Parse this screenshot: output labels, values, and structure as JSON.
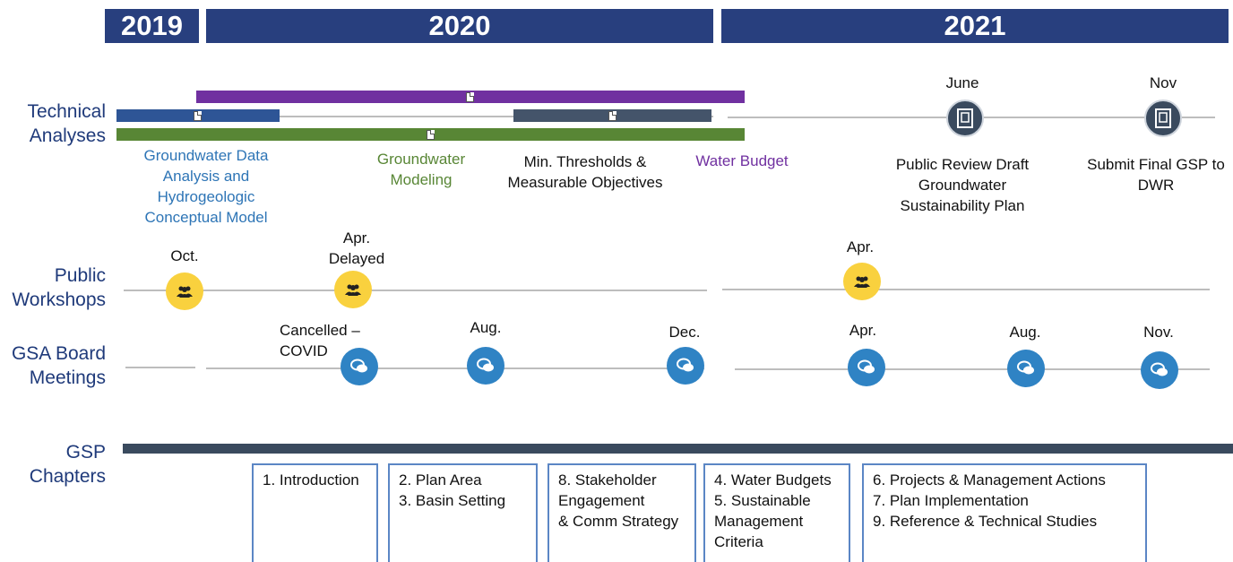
{
  "years": {
    "y2019": "2019",
    "y2020": "2020",
    "y2021": "2021"
  },
  "rows": {
    "technical": [
      "Technical",
      "Analyses"
    ],
    "workshops": [
      "Public",
      "Workshops"
    ],
    "board": [
      "GSA Board",
      "Meetings"
    ],
    "chapters": [
      "GSP",
      "Chapters"
    ]
  },
  "technical": {
    "groundwater_data": "Groundwater Data Analysis and Hydrogeologic Conceptual Model",
    "groundwater_modeling": "Groundwater Modeling",
    "min_thresholds": "Min. Thresholds & Measurable Objectives",
    "water_budget": "Water Budget",
    "june_label": "June",
    "nov_label": "Nov",
    "public_review": "Public Review Draft Groundwater Sustainability Plan",
    "submit_final": "Submit Final GSP to DWR"
  },
  "workshops": {
    "oct": "Oct.",
    "apr_delayed": "Apr. Delayed",
    "apr_2021": "Apr."
  },
  "board": {
    "cancelled": "Cancelled – COVID",
    "aug_2020": "Aug.",
    "dec_2020": "Dec.",
    "apr_2021": "Apr.",
    "aug_2021": "Aug.",
    "nov_2021": "Nov."
  },
  "chapters": {
    "box1": [
      "1. Introduction"
    ],
    "box2": [
      "2. Plan Area",
      "3. Basin Setting"
    ],
    "box3": [
      "8. Stakeholder",
      "Engagement",
      "& Comm Strategy"
    ],
    "box4": [
      "4. Water Budgets",
      "5. Sustainable",
      "Management",
      "Criteria"
    ],
    "box5": [
      "6. Projects & Management Actions",
      "7. Plan Implementation",
      "9. Reference & Technical Studies"
    ]
  },
  "colors": {
    "year_header": "#283f7e",
    "data_bar": "#2e5596",
    "modeling_bar": "#588635",
    "thresholds_bar": "#44546a",
    "water_budget_bar": "#7030a0",
    "workshop_icon": "#f9d13e",
    "board_icon": "#2f83c4",
    "gsp_bar": "#3a4a5e"
  },
  "icons": {
    "workshop": "people-group-icon",
    "board": "chat-bubbles-icon",
    "milestone": "document-icon"
  }
}
